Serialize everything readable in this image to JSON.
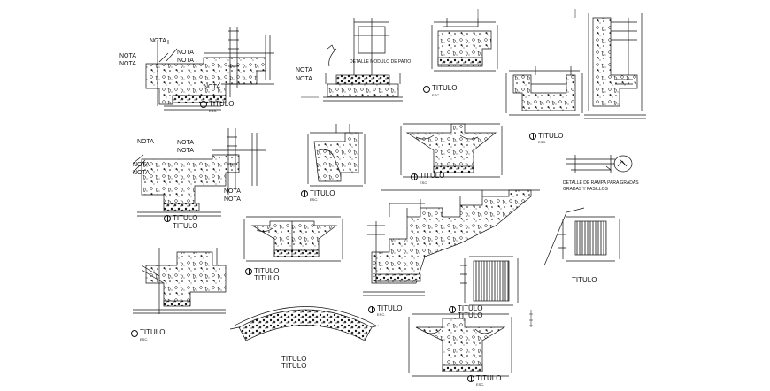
{
  "sheet": {
    "note_label": "NOTA",
    "title_label": "TITULO",
    "scale_label": "ESC.",
    "detail_caption_1": "DETALLE MODULO DE PATIO",
    "detail_caption_2": "DETALLE DE RAMPA PARA GRADAS",
    "detail_caption_3": "GRADAS Y PASILLOS",
    "colors": {
      "line": "#111111",
      "fill": "#ffffff"
    }
  }
}
